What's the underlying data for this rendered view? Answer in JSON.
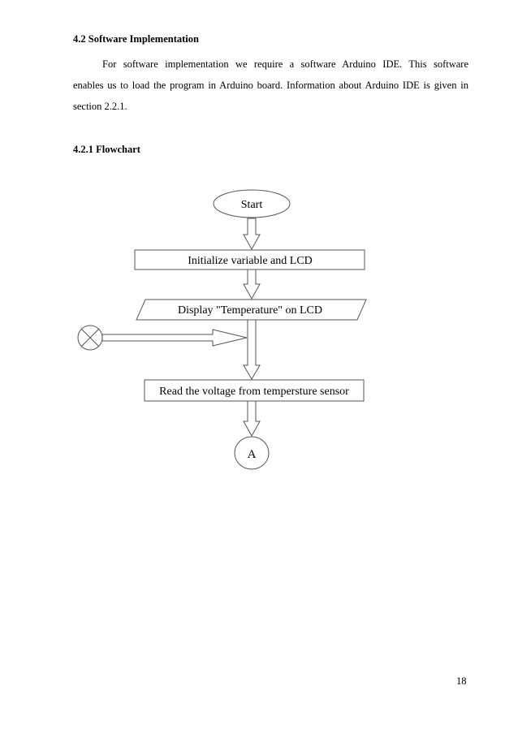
{
  "section": {
    "heading": "4.2 Software Implementation",
    "paragraph_lines": [
      "For software implementation we require a software Arduino IDE. This software",
      "enables us to load the program in Arduino board. Information about Arduino IDE is given in",
      "section 2.2.1."
    ]
  },
  "subsection": {
    "heading": "4.2.1 Flowchart"
  },
  "flowchart": {
    "start": "Start",
    "init": "Initialize variable and LCD",
    "display": "Display \"Temperature\" on LCD",
    "read": "Read the voltage from tempersture sensor",
    "connector": "A"
  },
  "page_number": "18"
}
